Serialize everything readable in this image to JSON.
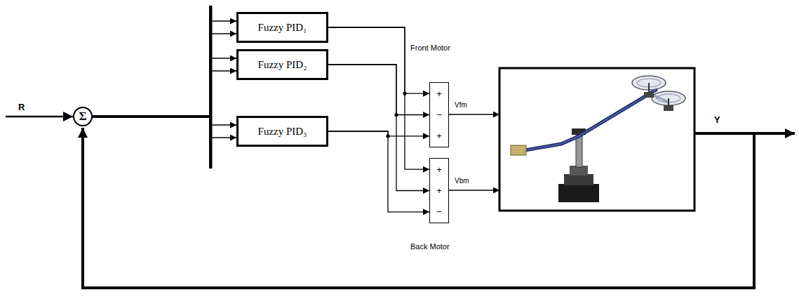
{
  "diagram": {
    "nodes": [
      {
        "text": [
          "Σ"
        ]
      },
      {
        "text": [
          "Fuzzy PID₁"
        ]
      },
      {
        "text": [
          "Fuzzy PID₂"
        ]
      },
      {
        "text": [
          "Fuzzy PID₃"
        ]
      },
      {
        "text": [
          "+",
          "−",
          "+"
        ]
      },
      {
        "text": [
          "+",
          "+",
          "−"
        ]
      }
    ],
    "edges": [
      {
        "from": 0,
        "to": 1,
        "arrow": "to"
      },
      {
        "from": 0,
        "to": 2,
        "arrow": "to"
      },
      {
        "from": 0,
        "to": 3,
        "arrow": "to"
      },
      {
        "from": 1,
        "to": 4,
        "arrow": "to"
      },
      {
        "from": 1,
        "to": 5,
        "arrow": "to"
      },
      {
        "from": 2,
        "to": 4,
        "arrow": "to"
      },
      {
        "from": 2,
        "to": 5,
        "arrow": "to"
      },
      {
        "from": 3,
        "to": 4,
        "arrow": "to"
      },
      {
        "from": 3,
        "to": 5,
        "arrow": "to"
      }
    ],
    "labels": [
      "R",
      "Front Motor",
      "Vfm",
      "Vbm",
      "Back Motor",
      "Y"
    ]
  }
}
